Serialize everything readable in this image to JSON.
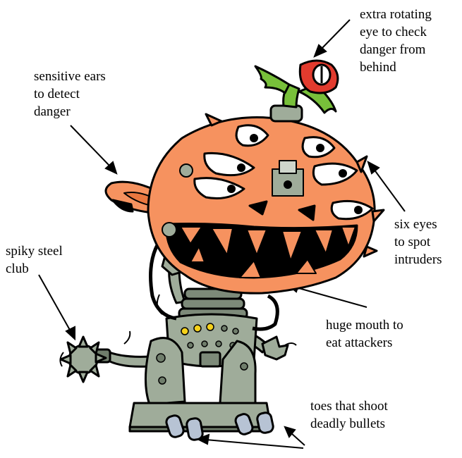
{
  "labels": {
    "extra_eye": "extra rotating\neye to check\ndanger from\nbehind",
    "ears": "sensitive ears\nto  detect\ndanger",
    "six_eyes": "six eyes\nto spot\nintruders",
    "club": "spiky steel\nclub",
    "mouth": "huge mouth to\neat attackers",
    "toes": "toes that shoot\ndeadly bullets"
  },
  "colors": {
    "head": "#f6925f",
    "head_shadow": "#e9773f",
    "robot": "#9fac9a",
    "robot_dark": "#6f7d6b",
    "bird_green": "#78c03a",
    "bird_red": "#e23b2e",
    "eye_white": "#ffffff",
    "outline": "#000000",
    "accent_yellow": "#f5d11b"
  }
}
